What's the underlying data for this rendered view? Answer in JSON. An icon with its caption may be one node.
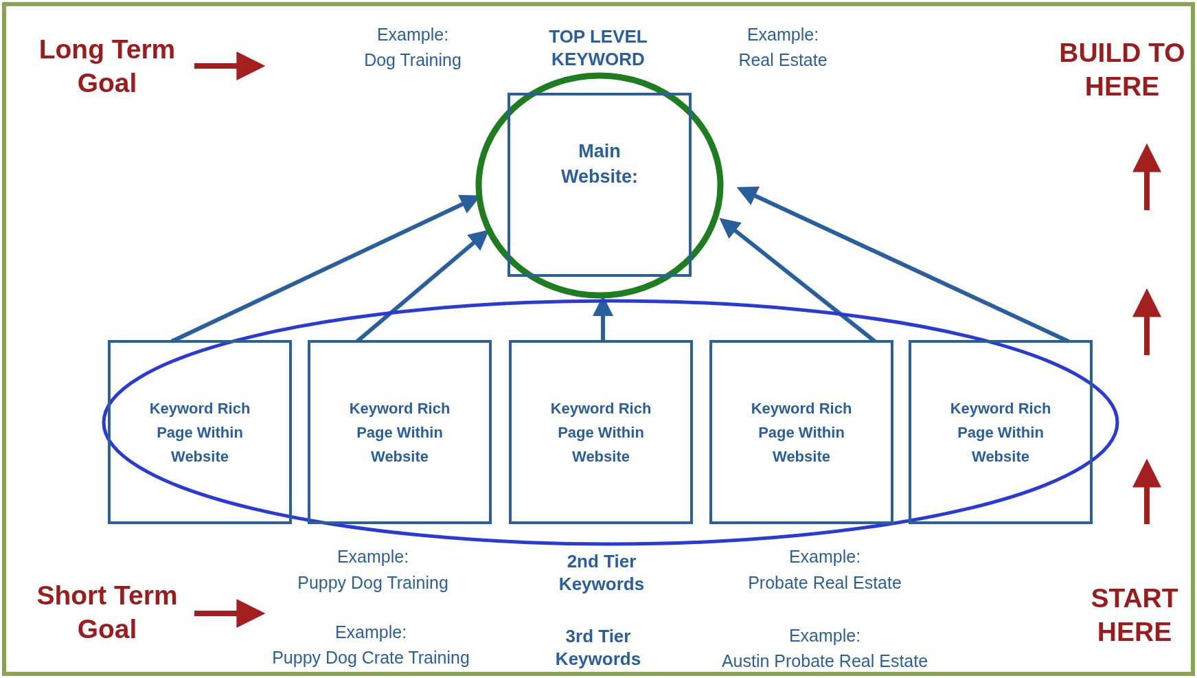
{
  "diagram": {
    "nodes": [
      {
        "text": [],
        "shape": "circle"
      },
      {
        "text": [
          "Main Website:"
        ],
        "in": 0
      },
      {
        "text": [
          "Keyword Rich Page Within Website"
        ]
      },
      {
        "text": [
          "Keyword Rich Page Within Website"
        ]
      },
      {
        "text": [
          "Keyword Rich Page Within Website"
        ]
      },
      {
        "text": [
          "Keyword Rich Page Within Website"
        ]
      },
      {
        "text": [
          "Keyword Rich Page Within Website"
        ]
      }
    ],
    "edges": [
      {
        "from": 2,
        "to": 0,
        "arrow": "to"
      },
      {
        "from": 3,
        "to": 0,
        "arrow": "to"
      },
      {
        "from": 4,
        "to": 0,
        "arrow": "to"
      },
      {
        "from": 5,
        "to": 0,
        "arrow": "to"
      },
      {
        "from": 6,
        "to": 0,
        "arrow": "to"
      }
    ],
    "labels": [
      "Long Term Goal",
      "Example:",
      "Dog Training",
      "TOP LEVEL KEYWORD",
      "Example:",
      "Real Estate",
      "BUILD TO HERE",
      "Example:",
      "Puppy Dog Training",
      "2nd Tier Keywords",
      "Example:",
      "Probate Real Estate",
      "Short Term Goal",
      "Example:",
      "Puppy Dog Crate Training",
      "3rd Tier Keywords",
      "Example:",
      "Austin Probate Real Estate",
      "START HERE"
    ]
  }
}
